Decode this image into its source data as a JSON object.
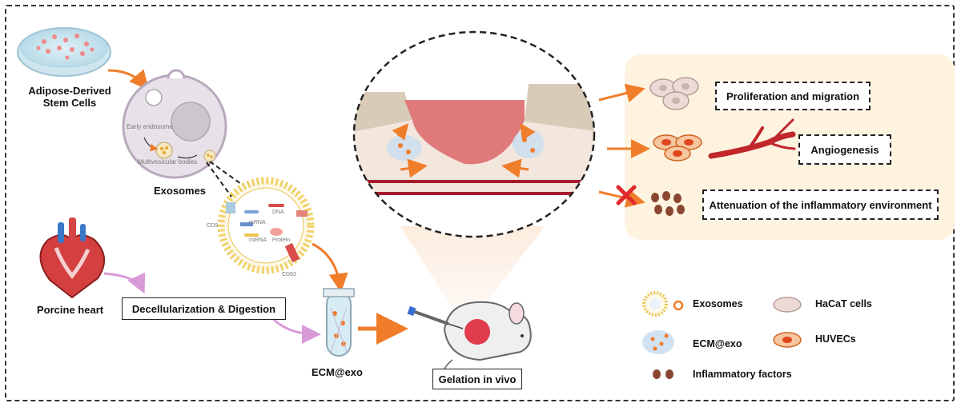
{
  "labels": {
    "adsc_line1": "Adipose-Derived",
    "adsc_line2": "Stem Cells",
    "early_endosome": "Early endosome",
    "multivesicular_bodies": "Multivesicular bodies",
    "exosomes": "Exosomes",
    "cd9": "CD9",
    "cd63": "CD63",
    "mrna": "mRNA",
    "dna": "DNA",
    "mirna": "miRNA",
    "protein": "Protein",
    "porcine_heart": "Porcine heart",
    "decell": "Decellularization & Digestion",
    "ecm_exo": "ECM@exo",
    "gelation": "Gelation in vivo"
  },
  "outcomes": {
    "proliferation": "Proliferation and migration",
    "angiogenesis": "Angiogenesis",
    "attenuation": "Attenuation of the inflammatory environment"
  },
  "legend": {
    "exosomes": "Exosomes",
    "hacat": "HaCaT cells",
    "ecm_exo": "ECM@exo",
    "huvecs": "HUVECs",
    "inflammatory": "Inflammatory factors"
  },
  "colors": {
    "arrow_orange": "#f07d2a",
    "arrow_pink": "#d99ad8",
    "wound_red": "#e07a7a",
    "outcome_panel": "#fdf3df",
    "inhibit_x": "#e02a2a"
  }
}
